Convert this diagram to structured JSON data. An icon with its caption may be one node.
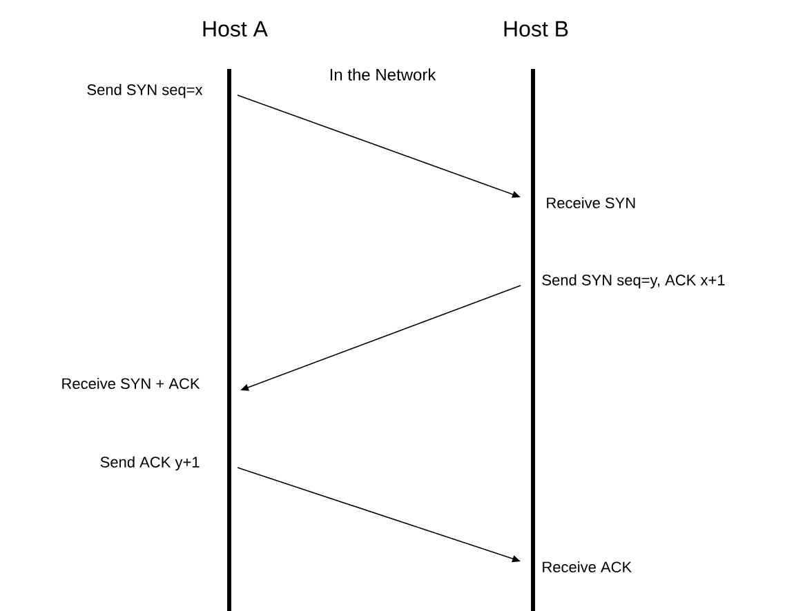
{
  "diagram": {
    "nodes": [
      {
        "text": [
          "Send SYN seq=x"
        ]
      },
      {
        "text": [
          "Receive SYN"
        ]
      },
      {
        "text": [
          "Send SYN seq=y, ACK x+1"
        ]
      },
      {
        "text": [
          "Receive SYN + ACK"
        ]
      },
      {
        "text": [
          "Send ACK y+1"
        ]
      },
      {
        "text": [
          "Receive ACK"
        ]
      }
    ],
    "edges": [
      {
        "from": 0,
        "to": 1,
        "arrow": "to"
      },
      {
        "from": 2,
        "to": 3,
        "arrow": "to"
      },
      {
        "from": 4,
        "to": 5,
        "arrow": "to"
      }
    ],
    "labels": [
      "Host A",
      "Host B",
      "In the Network"
    ]
  }
}
